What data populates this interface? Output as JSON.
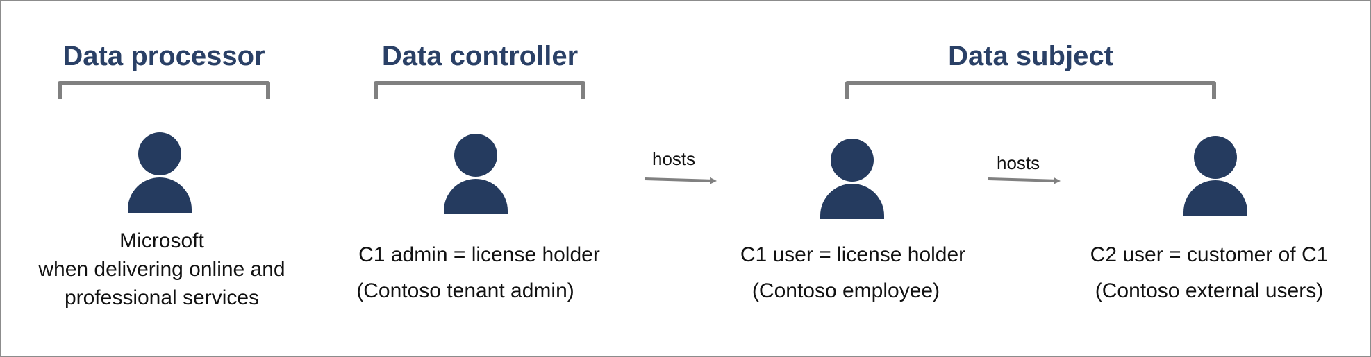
{
  "roles": {
    "processor": "Data processor",
    "controller": "Data controller",
    "subject": "Data subject"
  },
  "people": [
    {
      "line1": "Microsoft",
      "line2": "when delivering online and",
      "line3": "professional services"
    },
    {
      "line1": "C1 admin = license holder",
      "line2": "(Contoso tenant admin)"
    },
    {
      "line1": "C1 user = license holder",
      "line2": "(Contoso employee)"
    },
    {
      "line1": "C2 user = customer of C1",
      "line2": "(Contoso external users)"
    }
  ],
  "arrows": [
    {
      "label": "hosts"
    },
    {
      "label": "hosts"
    }
  ],
  "colors": {
    "person": "#253b5f",
    "heading": "#2a4066",
    "bracket": "#808080",
    "arrow": "#808080"
  },
  "icons": [
    "person-icon",
    "bracket-icon",
    "arrow-right-icon"
  ]
}
